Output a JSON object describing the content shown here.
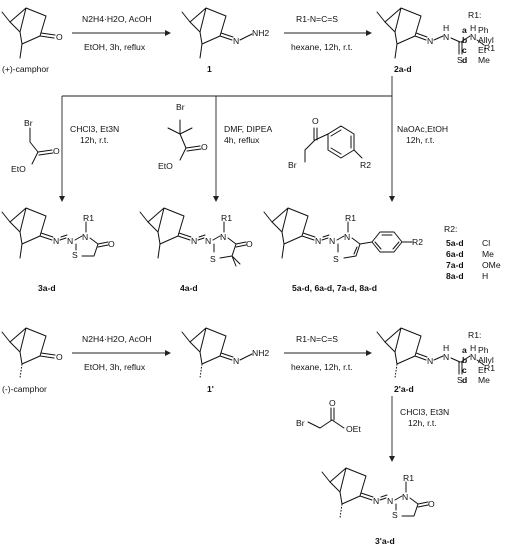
{
  "compounds": {
    "plus_camphor": "(+)-camphor",
    "c1": "1",
    "c2": "2a-d",
    "c3": "3a-d",
    "c4": "4a-d",
    "c5": "5a-d, 6a-d, 7a-d, 8a-d",
    "minus_camphor": "(-)-camphor",
    "c1p": "1'",
    "c2p": "2'a-d",
    "c3p": "3'a-d"
  },
  "conditions": {
    "step1_top": "N2H4·H2O, AcOH",
    "step1_bottom": "EtOH, 3h, reflux",
    "step2_top": "R1-N=C=S",
    "step2_bottom": "hexane, 12h, r.t.",
    "path3_line1": "CHCl3, Et3N",
    "path3_line2": "12h, r.t.",
    "path4_line1": "DMF, DIPEA",
    "path4_line2": "4h, reflux",
    "path5_line1": "NaOAc,EtOH",
    "path5_line2": "12h, r.t.",
    "lower_step1_top": "N2H4·H2O, AcOH",
    "lower_step1_bottom": "EtOH, 3h, reflux",
    "lower_step2_top": "R1-N=C=S",
    "lower_step2_bottom": "hexane, 12h, r.t.",
    "lower_path3_line1": "CHCl3, Et3N",
    "lower_path3_line2": "12h, r.t."
  },
  "r1_table": {
    "header": "R1:",
    "rows": [
      {
        "key": "a",
        "value": "Ph"
      },
      {
        "key": "b",
        "value": "Allyl"
      },
      {
        "key": "c",
        "value": "Et"
      },
      {
        "key": "d",
        "value": "Me"
      }
    ]
  },
  "r1_table_lower": {
    "header": "R1:",
    "rows": [
      {
        "key": "a",
        "value": "Ph"
      },
      {
        "key": "b",
        "value": "Allyl"
      },
      {
        "key": "c",
        "value": "Et"
      },
      {
        "key": "d",
        "value": "Me"
      }
    ]
  },
  "r2_table": {
    "header": "R2:",
    "rows": [
      {
        "key": "5a-d",
        "value": "Cl"
      },
      {
        "key": "6a-d",
        "value": "Me"
      },
      {
        "key": "7a-d",
        "value": "OMe"
      },
      {
        "key": "8a-d",
        "value": "H"
      }
    ]
  },
  "atoms": {
    "O": "O",
    "N": "N",
    "H": "H",
    "NH2": "NH2",
    "S": "S",
    "Br": "Br",
    "EtO": "EtO",
    "OEt": "OEt",
    "R1": "R1",
    "R2": "R2",
    "NH": "N",
    "NHH": "H"
  }
}
